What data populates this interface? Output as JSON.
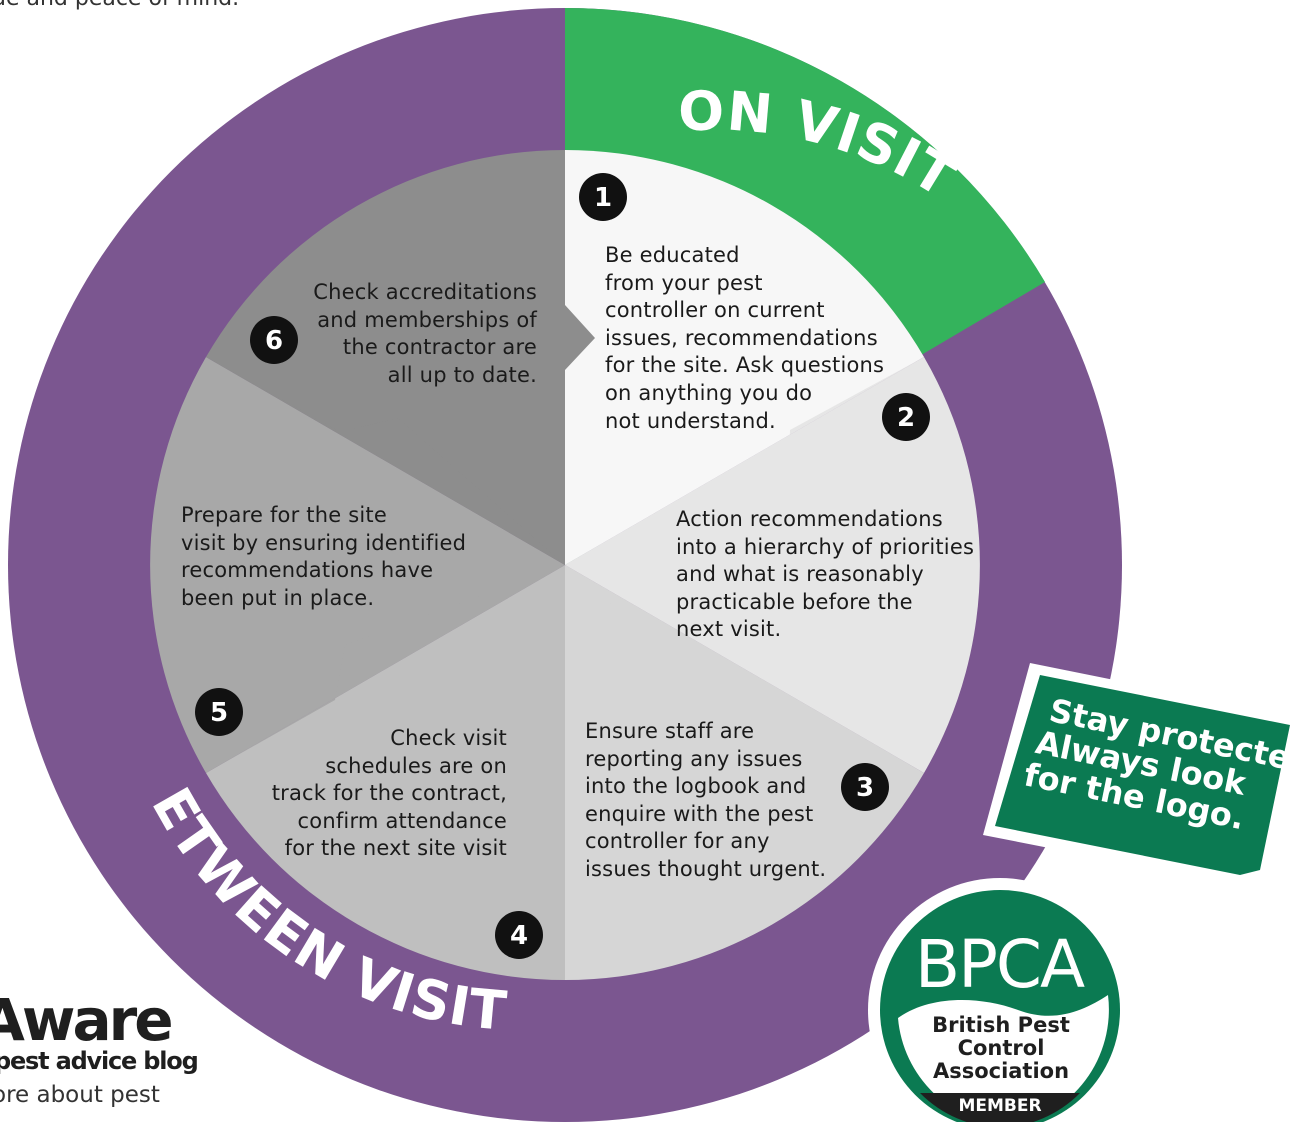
{
  "header": {
    "cut_text": "ue and peace of mind."
  },
  "diagram": {
    "on_visit_label": "ON VISIT",
    "between_visits_label": "BETWEEN VISITS",
    "steps": [
      {
        "number": "1",
        "text": "Be educated\nfrom your pest\ncontroller on current\nissues, recommendations\nfor the site. Ask questions\non anything you do\nnot understand."
      },
      {
        "number": "2",
        "text": "Action recommendations\ninto a hierarchy of priorities\nand what is reasonably\n    practicable before the\n        next visit."
      },
      {
        "number": "3",
        "text": "Ensure staff are\nreporting any issues\ninto the logbook and\nenquire with the pest\ncontroller for any\nissues thought urgent."
      },
      {
        "number": "4",
        "text": "Check visit\nschedules are on\ntrack for the contract,\nconfirm attendance\nfor the next site visit"
      },
      {
        "number": "5",
        "text": "Prepare for the site\nvisit by ensuring identified\nrecommendations have\nbeen put in place."
      },
      {
        "number": "6",
        "text": "Check accreditations\nand memberships of\nthe contractor are\nall up to date."
      }
    ]
  },
  "badge": {
    "slogan_lines": [
      "Stay protected.",
      "Always look",
      "for the logo."
    ],
    "logo_text": "BPCA",
    "org_lines": [
      "British Pest",
      "Control",
      "Association"
    ],
    "member_label": "MEMBER"
  },
  "branding": {
    "aware_word": "Aware",
    "aware_sub": "pest advice blog",
    "aware_more": "ore about pest"
  },
  "colors": {
    "purple": "#7b5690",
    "green": "#34b35c",
    "dark_green": "#0b7a52",
    "seg1": "#f7f7f7",
    "seg2": "#e6e6e6",
    "seg3": "#d6d6d6",
    "seg4": "#bfbfbf",
    "seg5": "#a8a8a8",
    "seg6": "#8d8d8d"
  }
}
